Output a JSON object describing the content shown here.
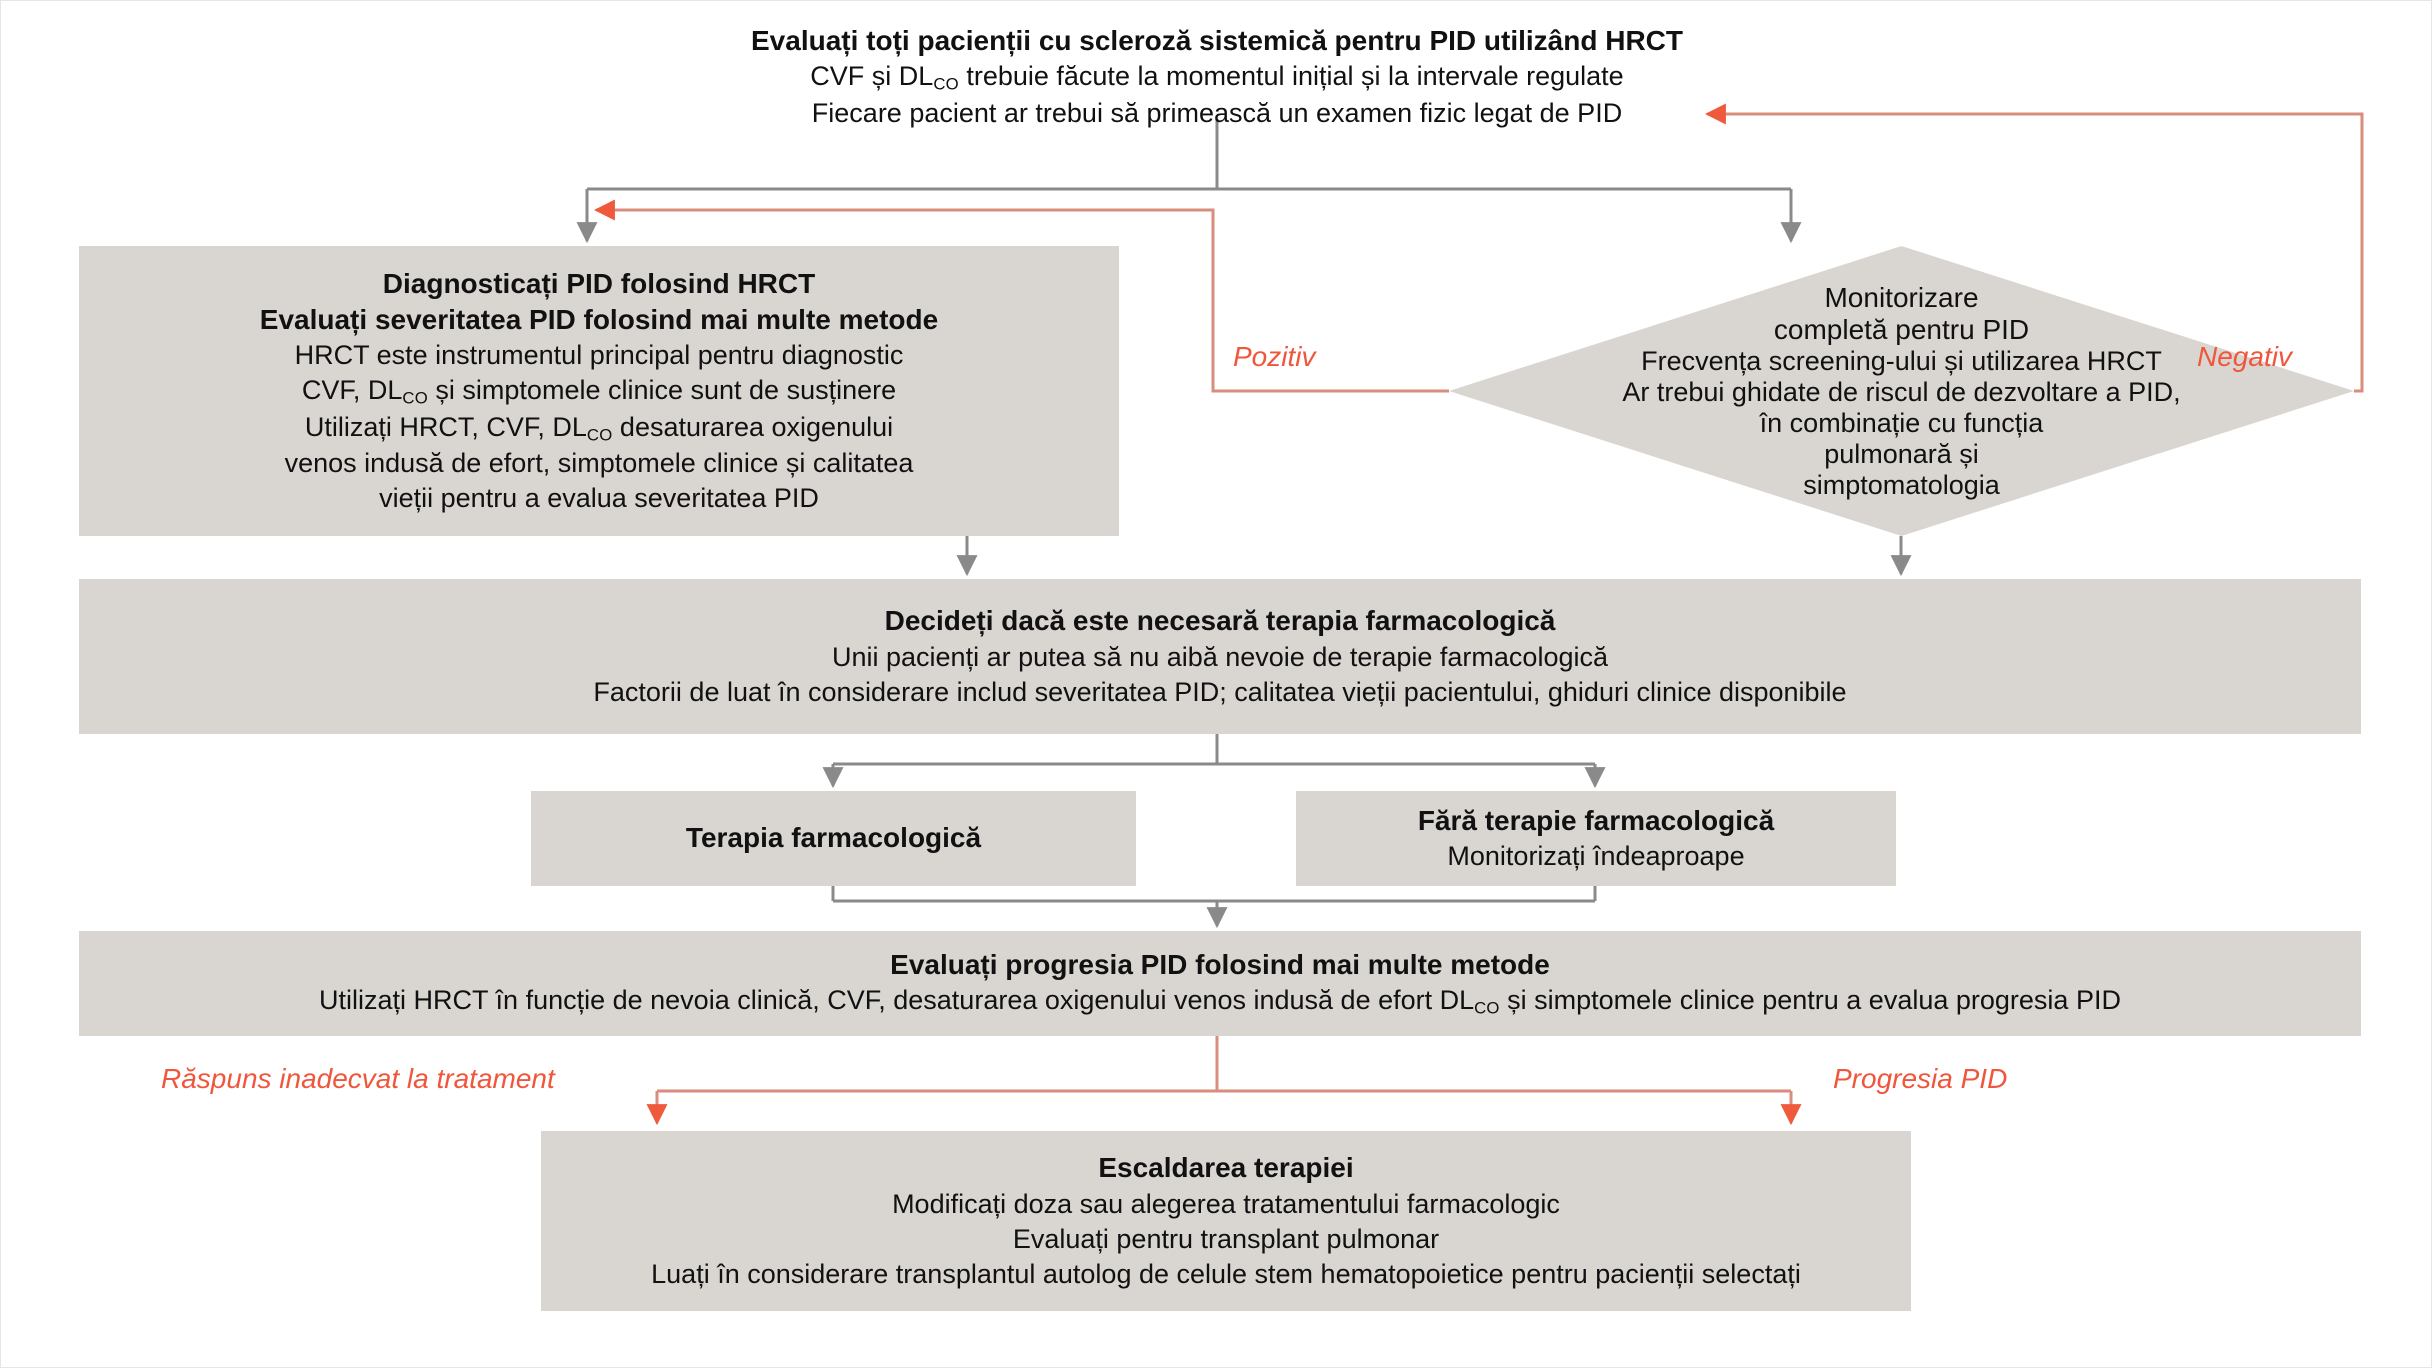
{
  "meta": {
    "title": "Algoritm de management al PID asociate sclerozei sistemice",
    "colors": {
      "box_fill": "#d9d5d1",
      "gray_connector": "#8a8a8a",
      "red_connector": "#d98e7d",
      "red_label": "#f0563c",
      "text": "#111111",
      "background": "#ffffff"
    }
  },
  "nodes": {
    "assess_all": {
      "id": "assess-all-patients",
      "heading": "Evaluați toți pacienții cu scleroză sistemică pentru PID utilizând HRCT",
      "lines": [
        "CVF și DLCO trebuie făcute la momentul inițial și la intervale regulate",
        "Fiecare pacient ar trebui să primească un examen fizic legat de PID"
      ],
      "line1_pre": "CVF și DL",
      "line1_sub": "CO",
      "line1_post": " trebuie făcute la momentul inițial și la intervale regulate",
      "line2": "Fiecare pacient ar trebui să primească un examen fizic legat de PID"
    },
    "diagnose": {
      "id": "diagnose-ild",
      "heading1": "Diagnosticați PID folosind HRCT",
      "heading2": "Evaluați severitatea PID folosind mai multe metode",
      "line1": "HRCT este instrumentul principal pentru diagnostic",
      "line2_pre": "CVF, DL",
      "line2_sub": "CO",
      "line2_post": " și simptomele clinice sunt de susținere",
      "line3_pre": "Utilizați HRCT, CVF, DL",
      "line3_sub": "CO",
      "line3_post": " desaturarea oxigenului",
      "line4": "venos indusă de efort, simptomele clinice și calitatea",
      "line5": "vieții pentru a evalua severitatea PID"
    },
    "monitor": {
      "id": "monitor-ild",
      "heading1": "Monitorizare",
      "heading2": "completă pentru PID",
      "line1": "Frecvența screening-ului și utilizarea HRCT",
      "line2": "Ar trebui ghidate de riscul de dezvoltare a PID,",
      "line3": "în combinație cu funcția",
      "line4": "pulmonară și",
      "line5": "simptomatologia"
    },
    "decide": {
      "id": "decide-pharmacotherapy",
      "heading": "Decideți dacă este necesară terapia farmacologică",
      "line1": "Unii pacienți ar putea să nu aibă nevoie de terapie farmacologică",
      "line2": "Factorii de luat în considerare includ severitatea PID; calitatea vieții pacientului, ghiduri clinice disponibile"
    },
    "therapy": {
      "id": "pharmacological-therapy",
      "heading": "Terapia farmacologică"
    },
    "no_therapy": {
      "id": "no-pharmacological-therapy",
      "heading": "Fără terapie farmacologică",
      "line1": "Monitorizați îndeaproape"
    },
    "progress": {
      "id": "assess-ild-progression",
      "heading": "Evaluați progresia PID folosind mai multe metode",
      "line1_pre": "Utilizați HRCT în funcție de nevoia clinică, CVF, desaturarea oxigenului venos indusă de efort DL",
      "line1_sub": "CO",
      "line1_post": " și simptomele clinice pentru a evalua progresia PID"
    },
    "escalate": {
      "id": "escalate-therapy",
      "heading": "Escaldarea terapiei",
      "line1": "Modificați doza sau alegerea tratamentului farmacologic",
      "line2": "Evaluați pentru transplant pulmonar",
      "line3": "Luați în considerare transplantul autolog de celule stem hematopoietice pentru pacienții selectați"
    }
  },
  "edge_labels": {
    "pozitiv": "Pozitiv",
    "negativ": "Negativ",
    "raspuns_inadecvat": "Răspuns inadecvat la tratament",
    "progresia_pid": "Progresia PID"
  }
}
